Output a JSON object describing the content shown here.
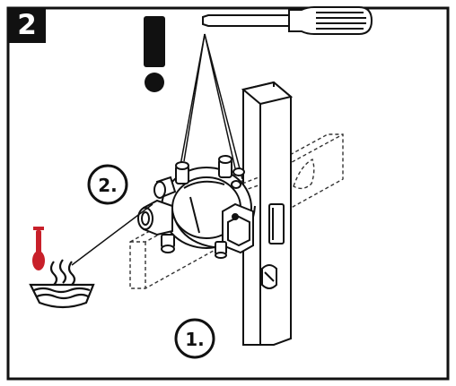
{
  "step": {
    "number": "2"
  },
  "callouts": [
    {
      "label": "1."
    },
    {
      "label": "2."
    }
  ],
  "colors": {
    "frame": "#111111",
    "ink": "#1a1a1a",
    "thermometer": "#c8202a",
    "background": "#ffffff"
  },
  "icons": [
    "screwdriver-icon",
    "exclamation-icon",
    "thermometer-icon",
    "hot-water-icon"
  ]
}
